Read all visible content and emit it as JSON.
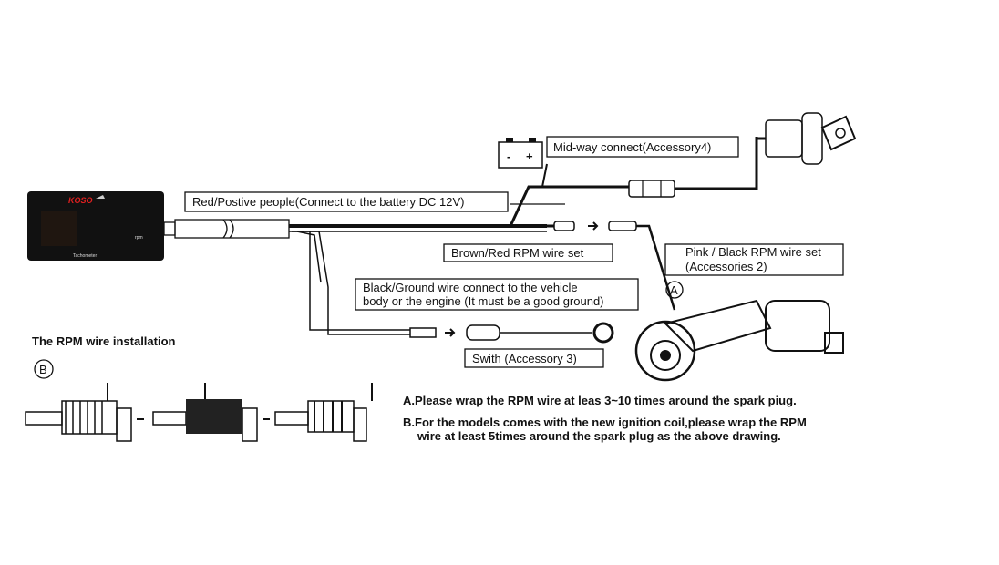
{
  "device": {
    "logo": "KOSO",
    "name": "Tachometer",
    "unit": "rpm",
    "colors": {
      "body": "#111111",
      "logo": "#e02020"
    }
  },
  "labels": {
    "battery_wire": "Red/Postive people(Connect to the battery DC 12V)",
    "midway": "Mid-way connect(Accessory4)",
    "brown_red": "Brown/Red RPM wire set",
    "pink_black_1": "Pink / Black RPM wire set",
    "pink_black_2": "(Accessories 2)",
    "ground_1": "Black/Ground wire connect to the vehicle",
    "ground_2": "body or the engine (It must be a good ground)",
    "switch": "Swith (Accessory 3)",
    "battery_minus": "-",
    "battery_plus": "+"
  },
  "markers": {
    "a": "A",
    "b": "B"
  },
  "installation": {
    "title": "The RPM wire installation",
    "note_a": "A.Please wrap the RPM wire at leas 3~10 times around the spark piug.",
    "note_b_1": "B.For the models comes with the new ignition coil,please wrap the RPM",
    "note_b_2": "wire at least 5times around the spark plug as the above drawing."
  }
}
